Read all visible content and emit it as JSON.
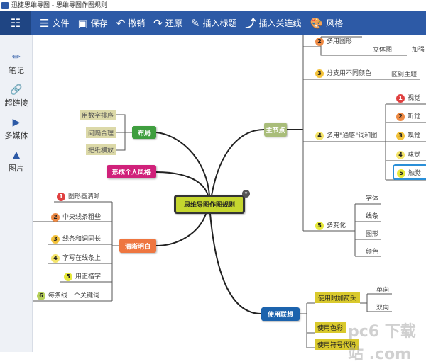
{
  "window": {
    "title": "迅捷思维导图 - 思维导图作图规则"
  },
  "toolbar": {
    "file": "文件",
    "save": "保存",
    "undo": "撤销",
    "redo": "还原",
    "insert_title": "插入标题",
    "insert_relation": "插入关连线",
    "style": "风格"
  },
  "sidebar": {
    "items": [
      {
        "label": "笔记",
        "icon": "pencil-icon"
      },
      {
        "label": "超链接",
        "icon": "link-icon"
      },
      {
        "label": "多媒体",
        "icon": "media-icon"
      },
      {
        "label": "图片",
        "icon": "image-icon"
      }
    ]
  },
  "map": {
    "center": "思维导图作图规则",
    "layout": {
      "label": "布局",
      "children": [
        "用数字排序",
        "间隔合理",
        "把纸横放"
      ]
    },
    "style": "形成个人风格",
    "clarity": {
      "label": "清晰明白",
      "children": [
        {
          "n": "1",
          "t": "图形画清晰"
        },
        {
          "n": "2",
          "t": "中央线条粗些"
        },
        {
          "n": "3",
          "t": "线条和词同长"
        },
        {
          "n": "4",
          "t": "字写在线条上"
        },
        {
          "n": "5",
          "t": "用正楷字"
        },
        {
          "n": "6",
          "t": "每条线一个关键词"
        }
      ]
    },
    "main": {
      "label": "主节点",
      "b2": {
        "n": "2",
        "t": "多用图形",
        "sub": "立体图",
        "sub2": "加强"
      },
      "b3": {
        "n": "3",
        "t": "分支用不同颜色",
        "sub": "区别主题"
      },
      "b4": {
        "n": "4",
        "t": "多用\"通感\"词和图",
        "subs": [
          {
            "n": "1",
            "t": "视觉"
          },
          {
            "n": "2",
            "t": "听觉"
          },
          {
            "n": "3",
            "t": "嗅觉"
          },
          {
            "n": "4",
            "t": "味觉"
          },
          {
            "n": "5",
            "t": "触觉"
          }
        ]
      },
      "b5": {
        "n": "5",
        "t": "多变化",
        "subs": [
          "字体",
          "线条",
          "图形",
          "颜色"
        ]
      }
    },
    "assoc": {
      "label": "使用联想",
      "arrow": "使用附加箭头",
      "arrow_subs": [
        "单向",
        "双向"
      ],
      "color": "使用色彩",
      "symbol": "使用符号代码"
    }
  },
  "watermark": "pc6 下载站 .com",
  "colors": {
    "toolbar": "#2d5aa6",
    "center": "#c5d62e",
    "layout": "#3f9e3f",
    "style": "#d0217a",
    "clarity": "#ee7640",
    "main": "#a9bd7a",
    "assoc": "#1c63ad"
  }
}
